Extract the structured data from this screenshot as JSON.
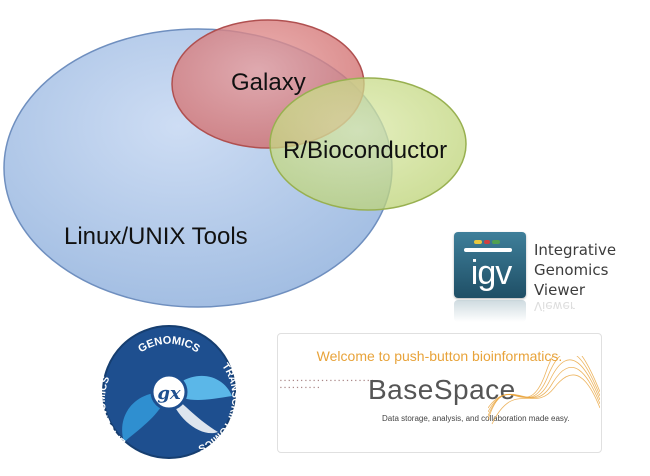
{
  "venn": {
    "sets": [
      {
        "id": "linux",
        "label": "Linux/UNIX Tools",
        "color": "#9db9e0"
      },
      {
        "id": "galaxy",
        "label": "Galaxy",
        "color": "#d98080"
      },
      {
        "id": "bioconductor",
        "label": "R/Bioconductor",
        "color": "#c9dc88"
      }
    ]
  },
  "igv": {
    "tile_text": "igv",
    "words": [
      "Integrative",
      "Genomics",
      "Viewer"
    ],
    "reflection": "Viewer",
    "bar_colors": [
      "#e8c840",
      "#d04040",
      "#50a050",
      "#ffffff"
    ]
  },
  "genomespace": {
    "center": "gx",
    "ring_labels": [
      "GENOMICS",
      "EPIGENOMICS",
      "TRANSCRIPTOMICS"
    ],
    "colors": {
      "dark": "#1e4f8f",
      "light": "#2f8fd0",
      "mid": "#5bb7e8"
    }
  },
  "basespace": {
    "welcome": "Welcome to push-button bioinformatics.",
    "brand": "BaseSpace",
    "tagline": "Data storage, analysis, and collaboration made easy.",
    "accent": "#e8a33a"
  }
}
